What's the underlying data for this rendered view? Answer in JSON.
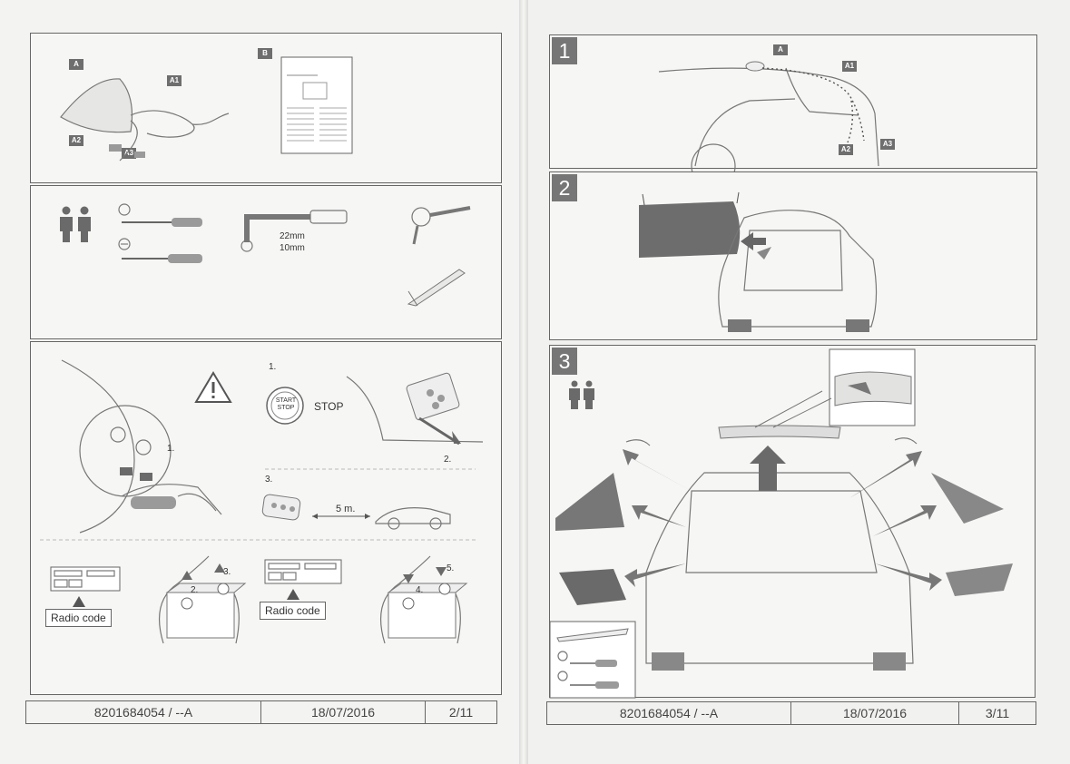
{
  "left_page": {
    "panel1": {
      "labels": {
        "a": "A",
        "a1": "A1",
        "a2": "A2",
        "a3": "A3",
        "b": "B"
      }
    },
    "panel2": {
      "socket_size_1": "22mm",
      "socket_size_2": "10mm"
    },
    "panel3": {
      "step1": "1.",
      "start_stop_button": "START STOP",
      "stop_text": "STOP",
      "step1_arrow": "1.",
      "step2_arrow": "2.",
      "step3": "3.",
      "distance": "5 m.",
      "radio_code_1": "Radio code",
      "radio_code_2": "Radio code",
      "battery_step2": "2.",
      "battery_step3": "3.",
      "battery_step4": "4.",
      "battery_step5": "5."
    },
    "footer": {
      "ref": "8201684054 / --A",
      "date": "18/07/2016",
      "page": "2/11"
    }
  },
  "right_page": {
    "step1": {
      "number": "1",
      "labels": {
        "a": "A",
        "a1": "A1",
        "a2": "A2",
        "a3": "A3"
      }
    },
    "step2": {
      "number": "2"
    },
    "step3": {
      "number": "3"
    },
    "footer": {
      "ref": "8201684054 / --A",
      "date": "18/07/2016",
      "page": "3/11"
    }
  }
}
